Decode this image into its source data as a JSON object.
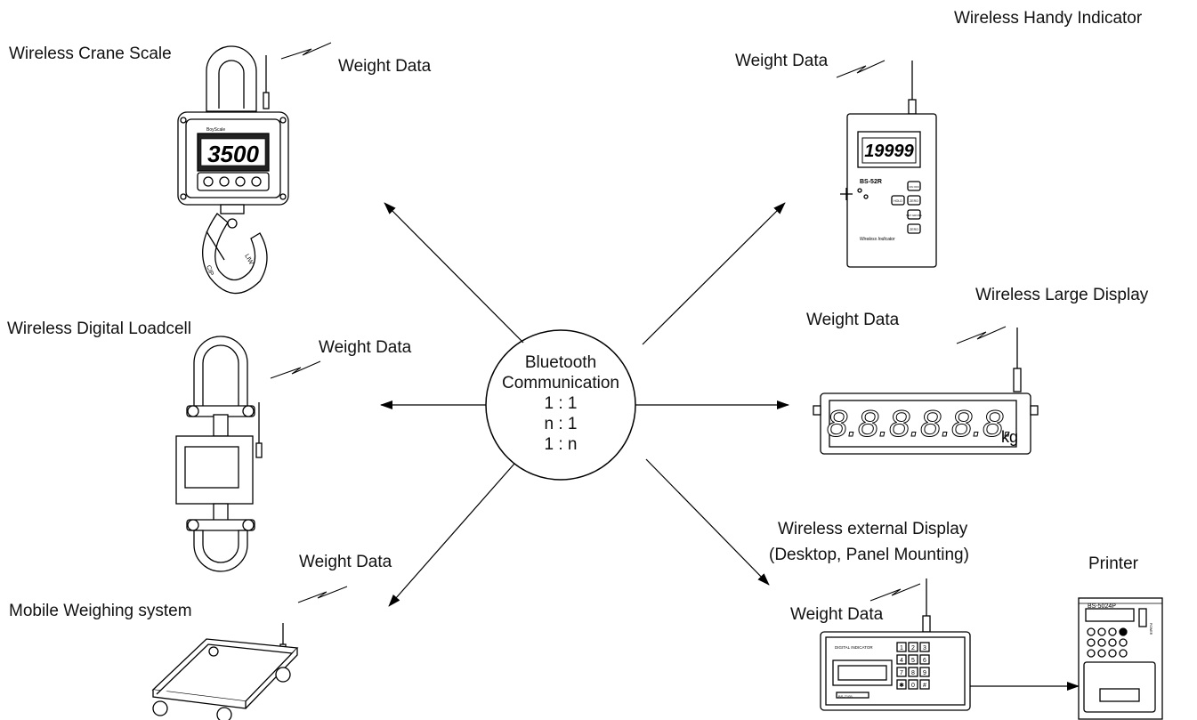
{
  "center": {
    "title_line1": "Bluetooth",
    "title_line2": "Communication",
    "modes": [
      "1 : 1",
      "n : 1",
      "1 : n"
    ]
  },
  "devices": {
    "crane_scale": {
      "name": "Wireless Crane Scale",
      "signal": "Weight Data",
      "reading": "3500",
      "brand": "BoyScale",
      "hook_mark1": "LIW",
      "hook_mark2": "CIP"
    },
    "handy_indicator": {
      "name": "Wireless Handy Indicator",
      "signal": "Weight Data",
      "reading": "19999",
      "model": "BS-52R",
      "footer": "Wireless Indicator",
      "buttons": [
        "ON OFF",
        "HOLD",
        "ZERO",
        "NET GROSS",
        "ZERO"
      ]
    },
    "digital_loadcell": {
      "name": "Wireless Digital Loadcell",
      "signal": "Weight Data"
    },
    "large_display": {
      "name": "Wireless Large Display",
      "signal": "Weight Data",
      "digits": "8.8.8.8.8.8.",
      "unit": "kg"
    },
    "mobile_system": {
      "name": "Mobile Weighing system",
      "signal": "Weight Data"
    },
    "external_display": {
      "name_line1": "Wireless external Display",
      "name_line2": "(Desktop, Panel Mounting)",
      "signal": "Weight Data",
      "model": "BS-7105",
      "panel_title": "DIGITAL INDICATOR",
      "keys": [
        "1",
        "2",
        "3",
        "4",
        "5",
        "6",
        "7",
        "8",
        "9",
        "✱",
        "0",
        "#"
      ]
    },
    "printer": {
      "name": "Printer",
      "model": "BS-5024P",
      "power_label": "POWER"
    }
  }
}
